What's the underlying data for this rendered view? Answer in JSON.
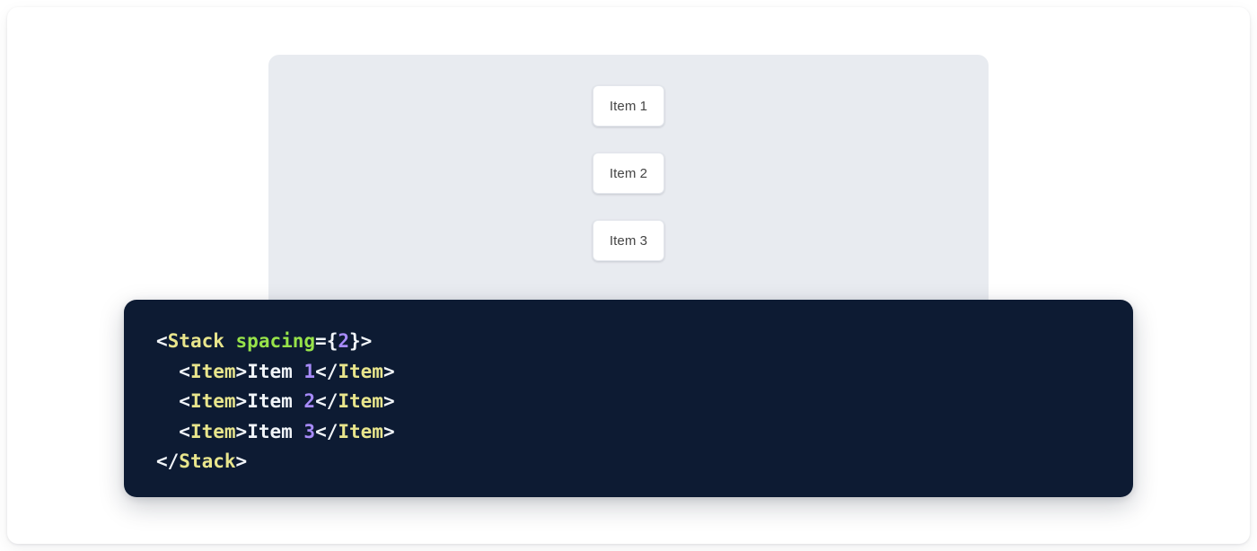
{
  "preview": {
    "panel_name": "stack-preview",
    "background_color": "#e8ebf0",
    "items": [
      {
        "label": "Item 1"
      },
      {
        "label": "Item 2"
      },
      {
        "label": "Item 3"
      }
    ]
  },
  "code": {
    "panel_background": "#0d1b33",
    "language": "jsx",
    "colors": {
      "punctuation": "#f1f5f9",
      "tag": "#e8e58c",
      "attribute": "#97e34a",
      "number": "#a78bfa",
      "text": "#f1f5f9"
    },
    "lines": [
      {
        "indent": "",
        "tokens": [
          {
            "t": "punct",
            "v": "<"
          },
          {
            "t": "tag",
            "v": "Stack"
          },
          {
            "t": "text",
            "v": " "
          },
          {
            "t": "attr",
            "v": "spacing"
          },
          {
            "t": "punct",
            "v": "={"
          },
          {
            "t": "num",
            "v": "2"
          },
          {
            "t": "punct",
            "v": "}>"
          }
        ]
      },
      {
        "indent": "  ",
        "tokens": [
          {
            "t": "punct",
            "v": "<"
          },
          {
            "t": "tag",
            "v": "Item"
          },
          {
            "t": "punct",
            "v": ">"
          },
          {
            "t": "text",
            "v": "Item "
          },
          {
            "t": "num",
            "v": "1"
          },
          {
            "t": "punct",
            "v": "</"
          },
          {
            "t": "tag",
            "v": "Item"
          },
          {
            "t": "punct",
            "v": ">"
          }
        ]
      },
      {
        "indent": "  ",
        "tokens": [
          {
            "t": "punct",
            "v": "<"
          },
          {
            "t": "tag",
            "v": "Item"
          },
          {
            "t": "punct",
            "v": ">"
          },
          {
            "t": "text",
            "v": "Item "
          },
          {
            "t": "num",
            "v": "2"
          },
          {
            "t": "punct",
            "v": "</"
          },
          {
            "t": "tag",
            "v": "Item"
          },
          {
            "t": "punct",
            "v": ">"
          }
        ]
      },
      {
        "indent": "  ",
        "tokens": [
          {
            "t": "punct",
            "v": "<"
          },
          {
            "t": "tag",
            "v": "Item"
          },
          {
            "t": "punct",
            "v": ">"
          },
          {
            "t": "text",
            "v": "Item "
          },
          {
            "t": "num",
            "v": "3"
          },
          {
            "t": "punct",
            "v": "</"
          },
          {
            "t": "tag",
            "v": "Item"
          },
          {
            "t": "punct",
            "v": ">"
          }
        ]
      },
      {
        "indent": "",
        "tokens": [
          {
            "t": "punct",
            "v": "</"
          },
          {
            "t": "tag",
            "v": "Stack"
          },
          {
            "t": "punct",
            "v": ">"
          }
        ]
      }
    ]
  }
}
